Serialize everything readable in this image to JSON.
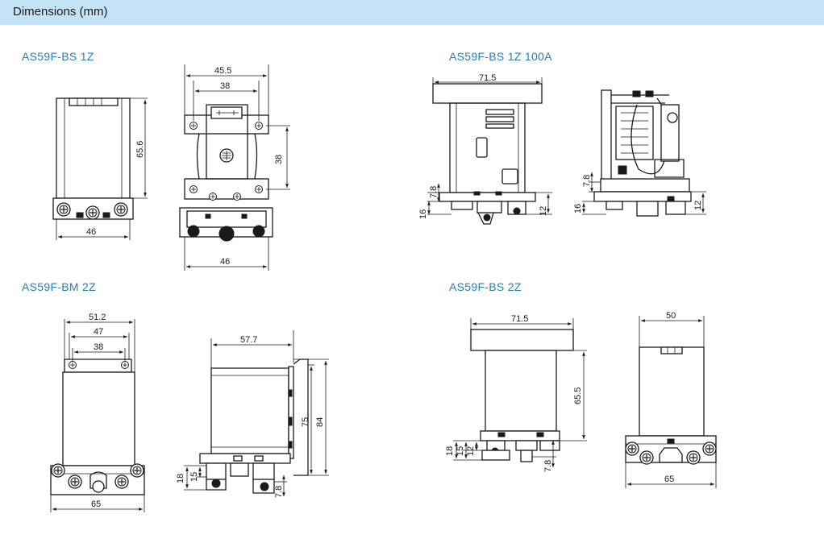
{
  "header": {
    "title": "Dimensions (mm)"
  },
  "models": [
    {
      "name": "AS59F-BS 1Z",
      "dims": {
        "a": "46",
        "b": "65.6",
        "c": "45.5",
        "d": "38",
        "e": "38",
        "f": "46"
      }
    },
    {
      "name": "AS59F-BS 1Z 100A",
      "dims": {
        "a": "71.5",
        "b": "7.8",
        "c": "16",
        "d": "12",
        "e": "7.8",
        "f": "16",
        "g": "12"
      }
    },
    {
      "name": "AS59F-BM 2Z",
      "dims": {
        "a": "51.2",
        "b": "47",
        "c": "38",
        "d": "65",
        "e": "57.7",
        "f": "75",
        "g": "84",
        "h": "18",
        "i": "15",
        "j": "7.8"
      }
    },
    {
      "name": "AS59F-BS 2Z",
      "dims": {
        "a": "71.5",
        "b": "65.5",
        "c": "18",
        "d": "15",
        "e": "12",
        "f": "7.8",
        "g": "50",
        "h": "65"
      }
    }
  ]
}
